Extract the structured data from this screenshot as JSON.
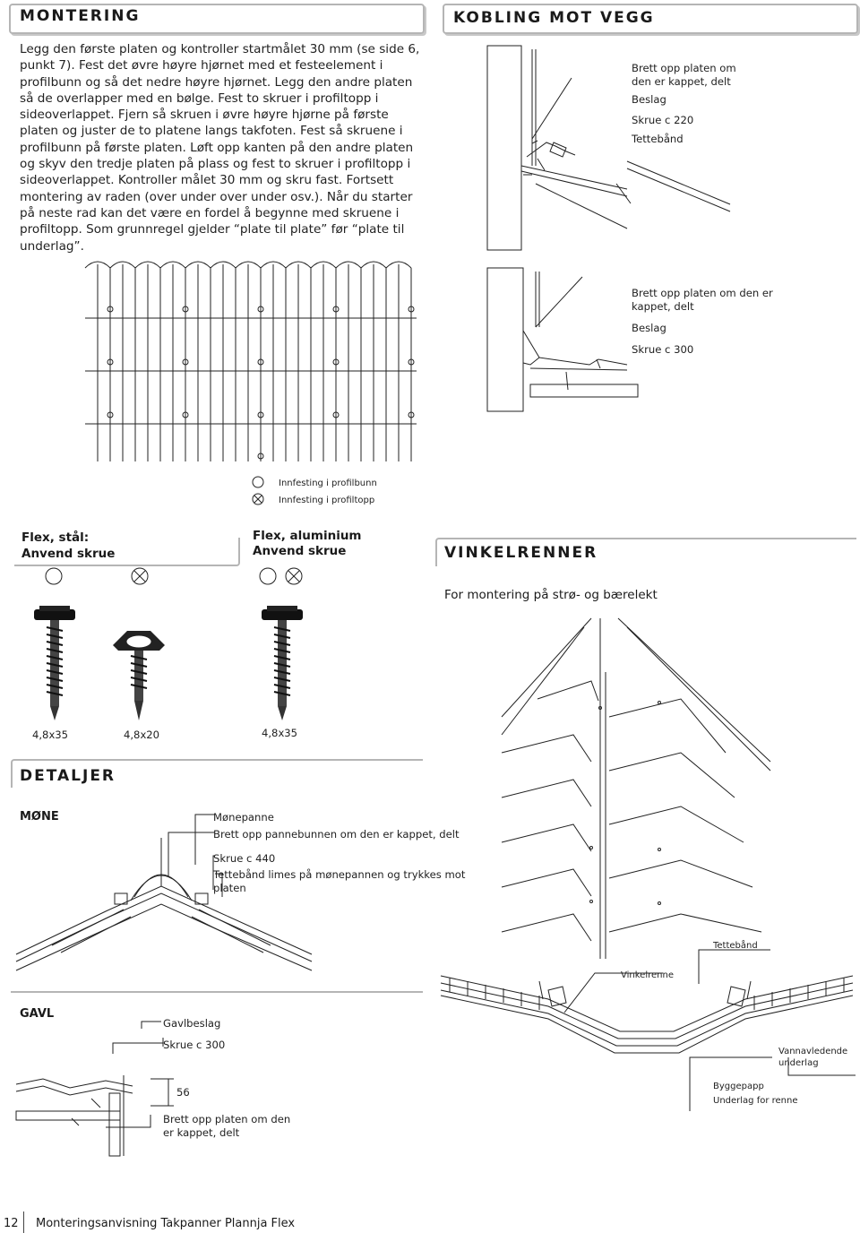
{
  "montering": {
    "heading": "MONTERING",
    "paragraph": "Legg den første platen og kontroller startmålet 30 mm (se side 6, punkt 7). Fest det øvre høyre hjørnet med et festeelement i profilbunn og så det nedre høyre hjørnet. Legg den andre platen så de overlapper med en bølge. Fest to skruer i profiltopp i sideoverlappet. Fjern så skruen i øvre høyre hjørne på første platen og juster de to platene langs takfoten. Fest så skruene i profilbunn på første platen. Løft opp kanten på den andre platen og skyv den tredje platen på plass og fest to skruer i profiltopp i sideoverlappet. Kontroller målet 30 mm og skru fast. Fortsett montering av raden (over under over under osv.). Når du starter på neste rad kan det være en fordel å begynne med skruene i profiltopp. Som grunnregel gjelder “plate til plate” før “plate til underlag”."
  },
  "legend": {
    "items": [
      {
        "icon": "open-circle-icon",
        "label": "Innfesting i profilbunn"
      },
      {
        "icon": "crossed-circle-icon",
        "label": "Innfesting i profiltopp"
      }
    ]
  },
  "kobling": {
    "heading": "KOBLING MOT VEGG",
    "diagram1": {
      "labels": [
        "Brett opp platen om den er kappet, delt",
        "Beslag",
        "Skrue c 220",
        "Tettebånd"
      ]
    },
    "diagram2": {
      "labels": [
        "Brett opp platen om den er kappet, delt",
        "Beslag",
        "Skrue c 300"
      ]
    }
  },
  "screws": {
    "steel": {
      "title": "Flex, stål:",
      "subtitle": "Anvend skrue",
      "sizes": [
        "4,8x35",
        "4,8x20"
      ]
    },
    "aluminium": {
      "title": "Flex, aluminium",
      "subtitle": "Anvend skrue",
      "sizes": [
        "4,8x35"
      ]
    }
  },
  "vinkelrenner": {
    "heading": "VINKELRENNER",
    "subtitle": "For montering på strø- og bærelekt",
    "labels": {
      "tetteband": "Tettebånd",
      "vinkelrenne": "Vinkelrenne",
      "vannavledende": "Vannavledende underlag",
      "byggepapp": "Byggepapp",
      "underlag": "Underlag for renne"
    }
  },
  "detaljer": {
    "heading": "DETALJER",
    "mone": {
      "title": "MØNE",
      "labels": [
        "Mønepanne",
        "Brett opp pannebunnen om den er kappet, delt",
        "Skrue c 440",
        "Tettebånd limes på mønepannen og trykkes mot platen"
      ]
    },
    "gavl": {
      "title": "GAVL",
      "labels": [
        "Gavlbeslag",
        "Skrue c 300",
        "Brett opp platen om den er kappet, delt"
      ],
      "dimension": "56"
    }
  },
  "footer": {
    "page_number": "12",
    "title": "Monteringsanvisning Takpanner Plannja Flex"
  }
}
